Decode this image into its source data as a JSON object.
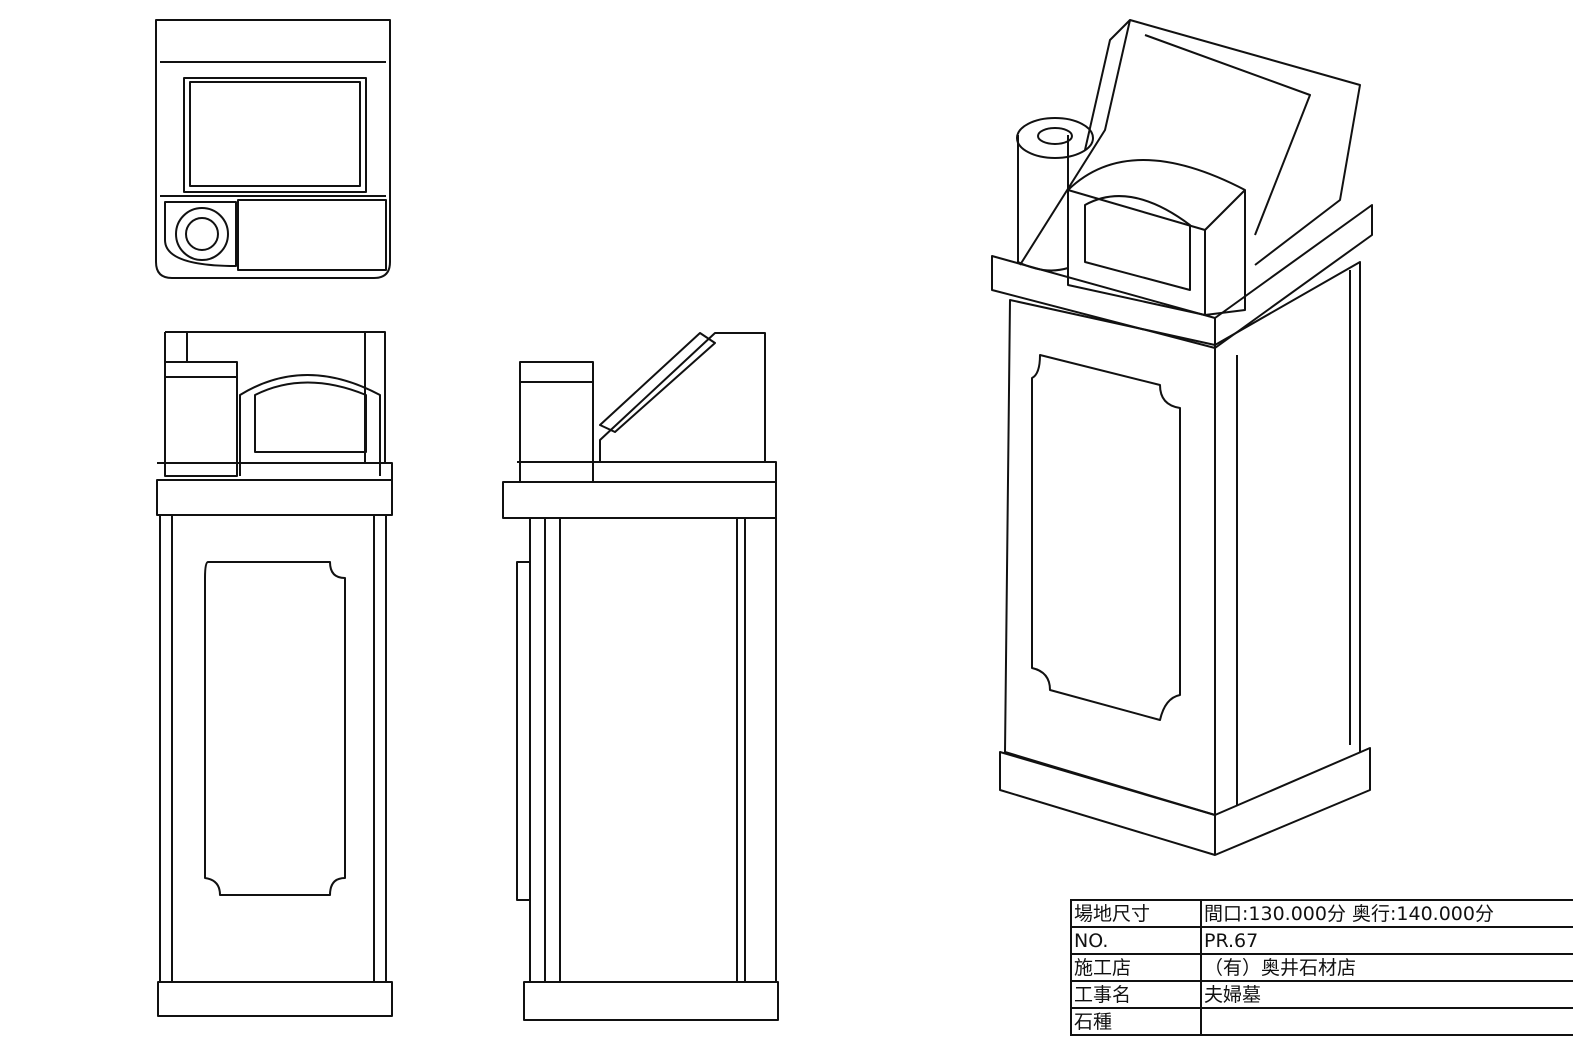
{
  "title_block": {
    "rows": [
      {
        "label": "場地尺寸",
        "value": "間口:130.000分 奥行:140.000分"
      },
      {
        "label": "NO.",
        "value": "PR.67"
      },
      {
        "label": "施工店",
        "value": "（有）奥井石材店"
      },
      {
        "label": "工事名",
        "value": "夫婦墓"
      },
      {
        "label": "石種",
        "value": ""
      }
    ]
  }
}
